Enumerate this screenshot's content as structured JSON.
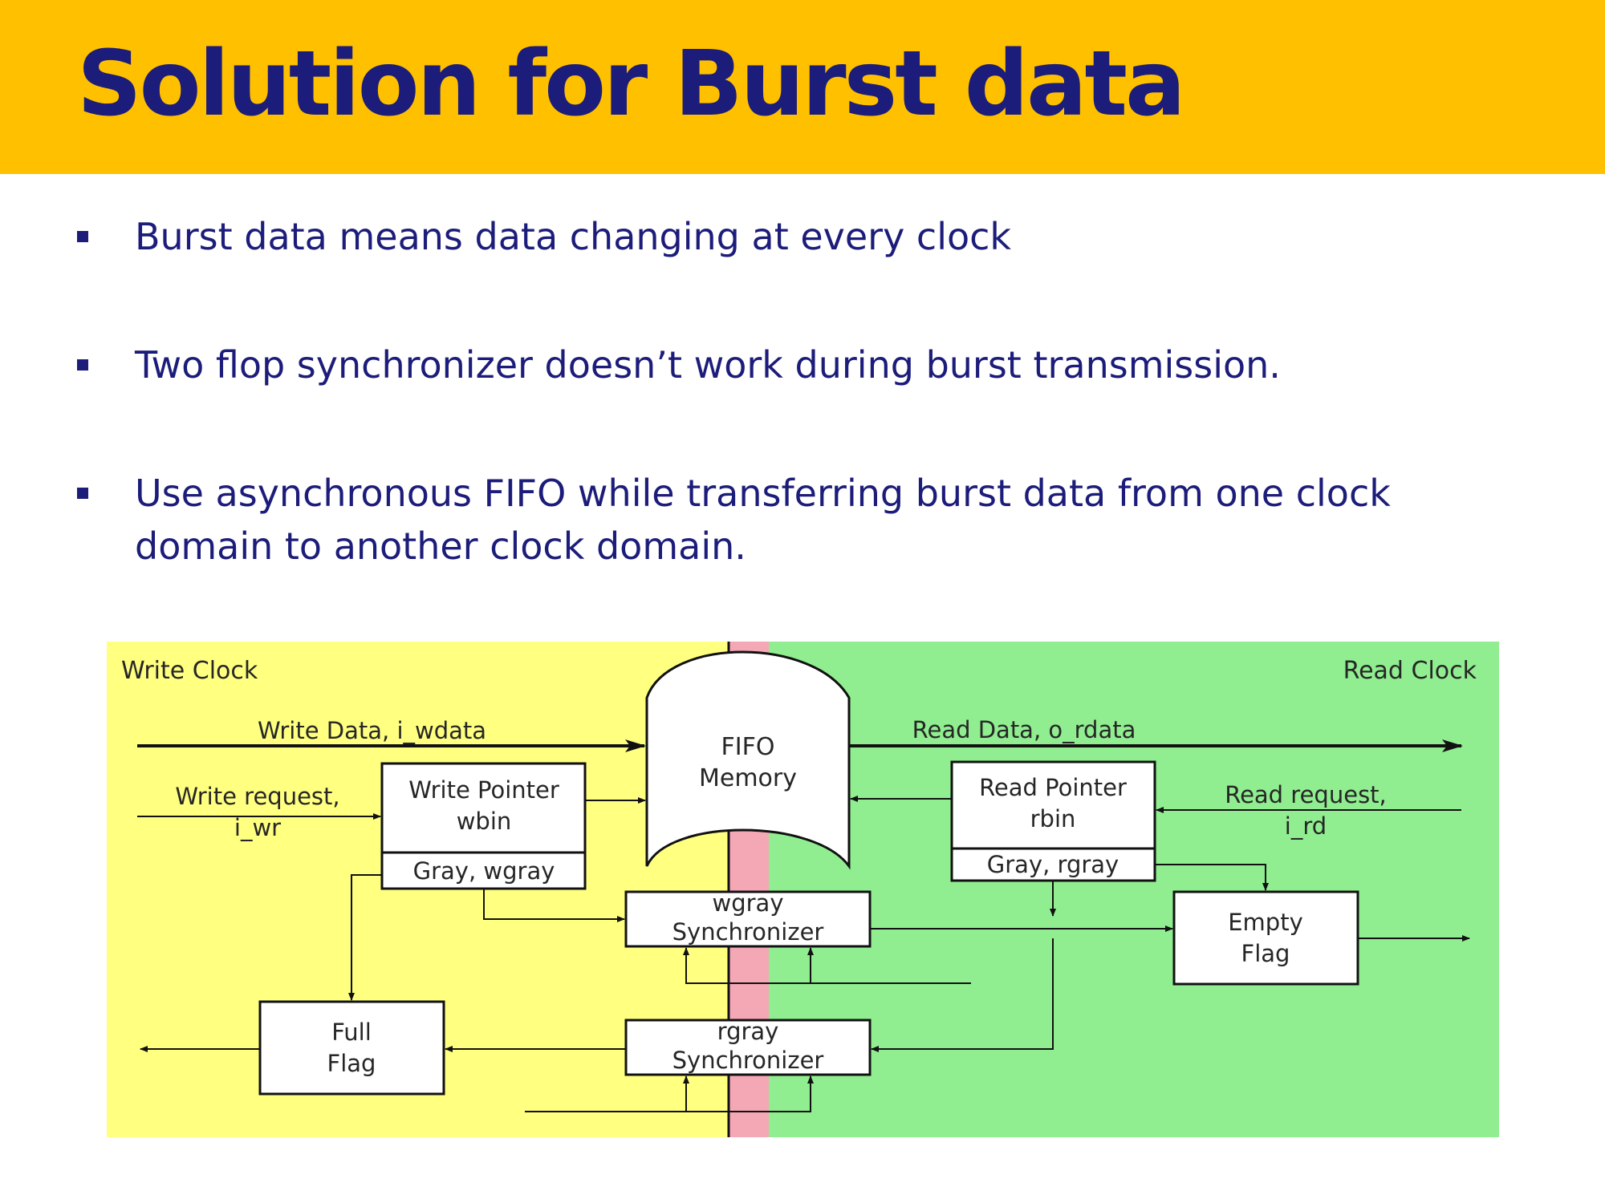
{
  "slide": {
    "title": "Solution for Burst data",
    "bullets": [
      {
        "text": "Burst data means data changing at every clock"
      },
      {
        "text": "Two flop synchronizer doesn’t work during burst transmission."
      },
      {
        "text": "Use asynchronous FIFO while transferring burst data from one clock domain to another clock domain."
      }
    ]
  },
  "diagram": {
    "regions": {
      "write_clock": "Write Clock",
      "read_clock": "Read Clock"
    },
    "signals": {
      "write_data": "Write Data, i_wdata",
      "read_data": "Read Data, o_rdata",
      "write_request": [
        "Write request,",
        "i_wr"
      ],
      "read_request": [
        "Read request,",
        "i_rd"
      ]
    },
    "blocks": {
      "fifo_memory": [
        "FIFO",
        "Memory"
      ],
      "write_pointer": [
        "Write Pointer",
        "wbin"
      ],
      "write_gray": "Gray, wgray",
      "read_pointer": [
        "Read Pointer",
        "rbin"
      ],
      "read_gray": "Gray, rgray",
      "wgray_sync": [
        "wgray",
        "Synchronizer"
      ],
      "rgray_sync": [
        "rgray",
        "Synchronizer"
      ],
      "full_flag": [
        "Full",
        "Flag"
      ],
      "empty_flag": [
        "Empty",
        "Flag"
      ]
    },
    "colors": {
      "write_domain": "#ffff80",
      "read_domain": "#90ee90",
      "boundary": "#f4a7b5"
    }
  }
}
